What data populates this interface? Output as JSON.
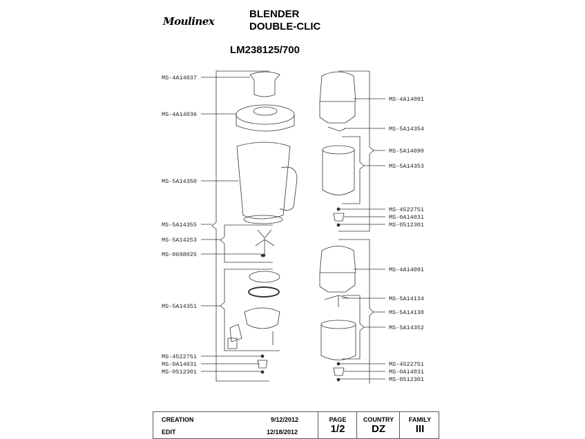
{
  "header": {
    "brand": "Moulinex",
    "title_line1": "BLENDER",
    "title_line2": "DOUBLE-CLIC",
    "model": "LM238125/700"
  },
  "left_parts": [
    "MS-4A14037",
    "MS-4A14036",
    "MS-5A14350",
    "MS-5A14355",
    "MS-5A14253",
    "MS-0698025",
    "MS-5A14351",
    "MS-4522751",
    "MS-0A14031",
    "MS-0512301"
  ],
  "right_parts": [
    "MS-4A14091",
    "MS-5A14354",
    "MS-5A14090",
    "MS-5A14353",
    "MS-4522751",
    "MS-0A14031",
    "MS-0512301",
    "MS-4A14091",
    "MS-5A14134",
    "MS-5A14130",
    "MS-5A14352",
    "MS-4522751",
    "MS-0A14031",
    "MS-0512301"
  ],
  "footer": {
    "creation_label": "CREATION",
    "creation_date": "9/12/2012",
    "edit_label": "EDIT",
    "edit_date": "12/18/2012",
    "page_label": "PAGE",
    "page_value": "1/2",
    "country_label": "COUNTRY",
    "country_value": "DZ",
    "family_label": "FAMILY",
    "family_value": "III"
  }
}
